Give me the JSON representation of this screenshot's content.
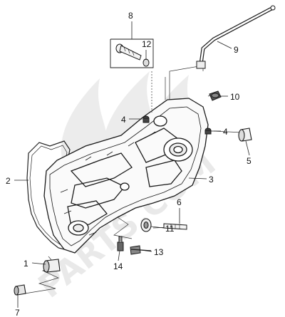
{
  "diagram": {
    "type": "exploded-parts-diagram",
    "callouts": [
      {
        "id": "c1",
        "label": "1"
      },
      {
        "id": "c2",
        "label": "2"
      },
      {
        "id": "c3",
        "label": "3"
      },
      {
        "id": "c4a",
        "label": "4"
      },
      {
        "id": "c4b",
        "label": "4"
      },
      {
        "id": "c5",
        "label": "5"
      },
      {
        "id": "c6",
        "label": "6"
      },
      {
        "id": "c7",
        "label": "7"
      },
      {
        "id": "c8",
        "label": "8"
      },
      {
        "id": "c9",
        "label": "9"
      },
      {
        "id": "c10",
        "label": "10"
      },
      {
        "id": "c11",
        "label": "11"
      },
      {
        "id": "c12",
        "label": "12"
      },
      {
        "id": "c13",
        "label": "13"
      },
      {
        "id": "c14",
        "label": "14"
      }
    ],
    "watermark": {
      "text": "PARTS.COM",
      "color": "#e9e9e9",
      "icon": "flame-logo-icon"
    }
  }
}
